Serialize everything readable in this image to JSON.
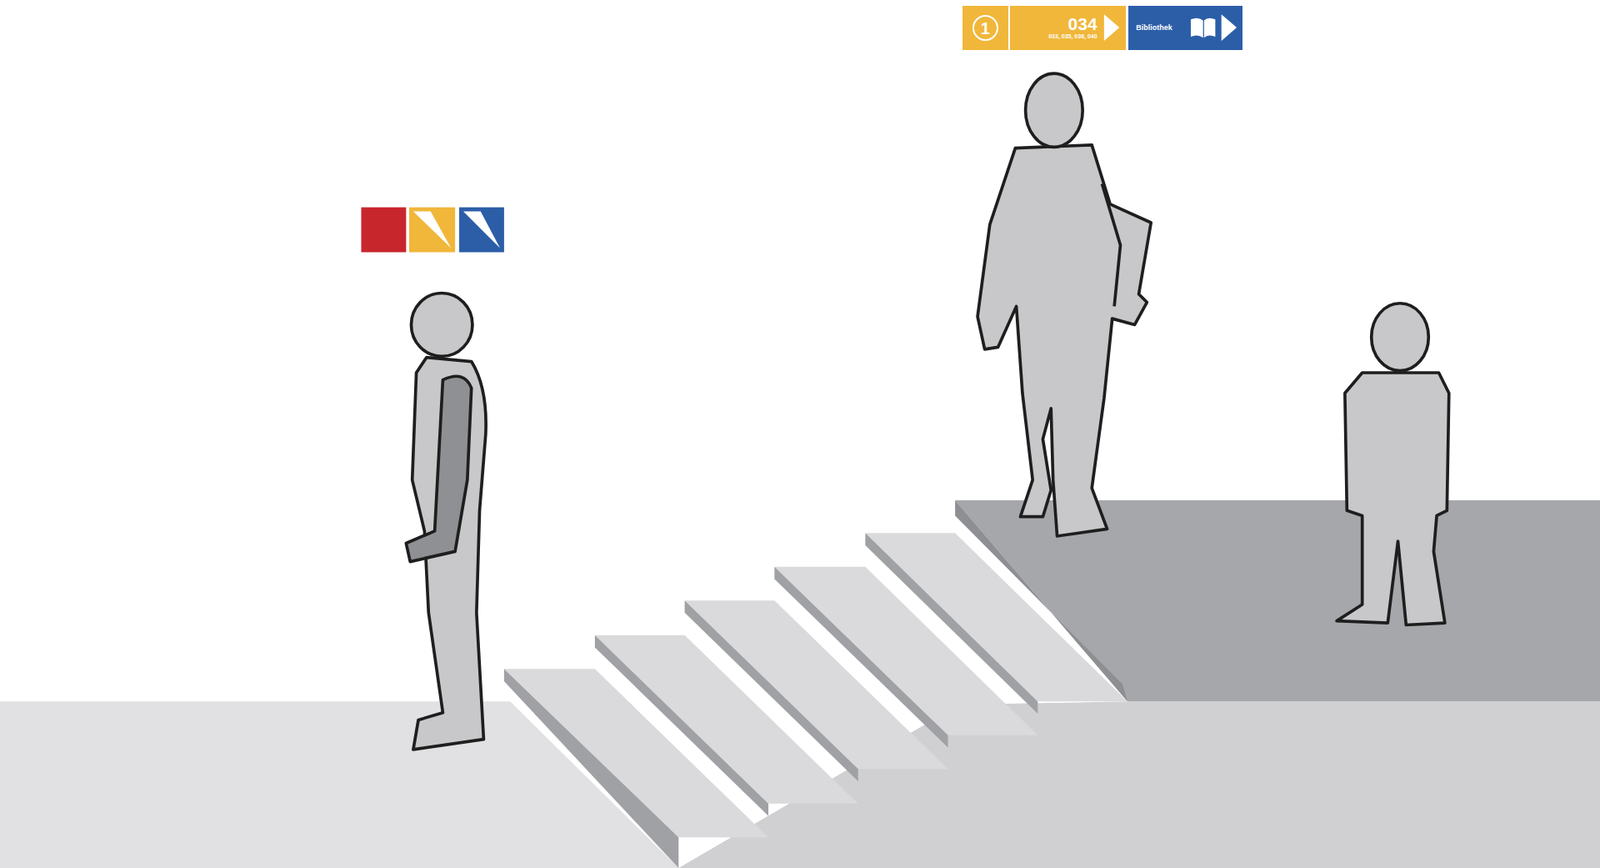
{
  "diagram": {
    "nodes": [
      {
        "text": [
          "1"
        ]
      },
      {
        "text": [
          "034",
          "033, 035, 036, 040"
        ]
      },
      {
        "text": [
          "Bibliothek"
        ]
      }
    ]
  }
}
